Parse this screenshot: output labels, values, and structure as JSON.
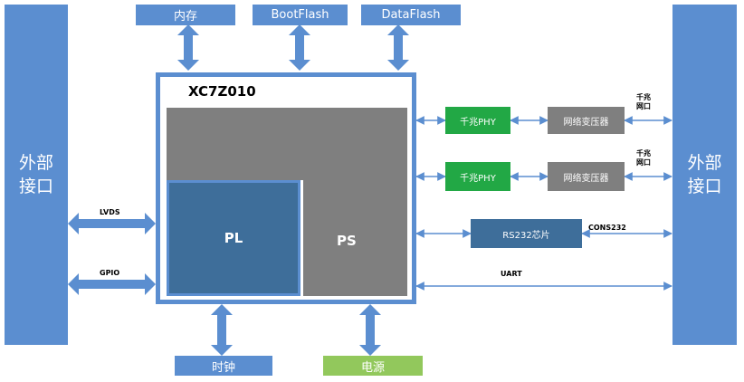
{
  "blocks": {
    "left_interface": "外部\n接口",
    "right_interface": "外部\n接口",
    "memory": "内存",
    "bootflash": "BootFlash",
    "dataflash": "DataFlash",
    "chip_title": "XC7Z010",
    "pl": "PL",
    "ps": "PS",
    "phy_1": "千兆PHY",
    "phy_2": "千兆PHY",
    "transformer_1": "网络变压器",
    "transformer_2": "网络变压器",
    "rs232": "RS232芯片",
    "clock": "时钟",
    "power": "电源"
  },
  "labels": {
    "lvds": "LVDS",
    "gpio": "GPIO",
    "gige_port_1": "千兆\n网口",
    "gige_port_2": "千兆\n网口",
    "cons232": "CONS232",
    "uart": "UART"
  },
  "colors": {
    "blue": "#5b8ed0",
    "dark_blue": "#3e6e9a",
    "gray": "#7f7f7f",
    "green_phy": "#22a845",
    "green_power": "#92c85c"
  }
}
